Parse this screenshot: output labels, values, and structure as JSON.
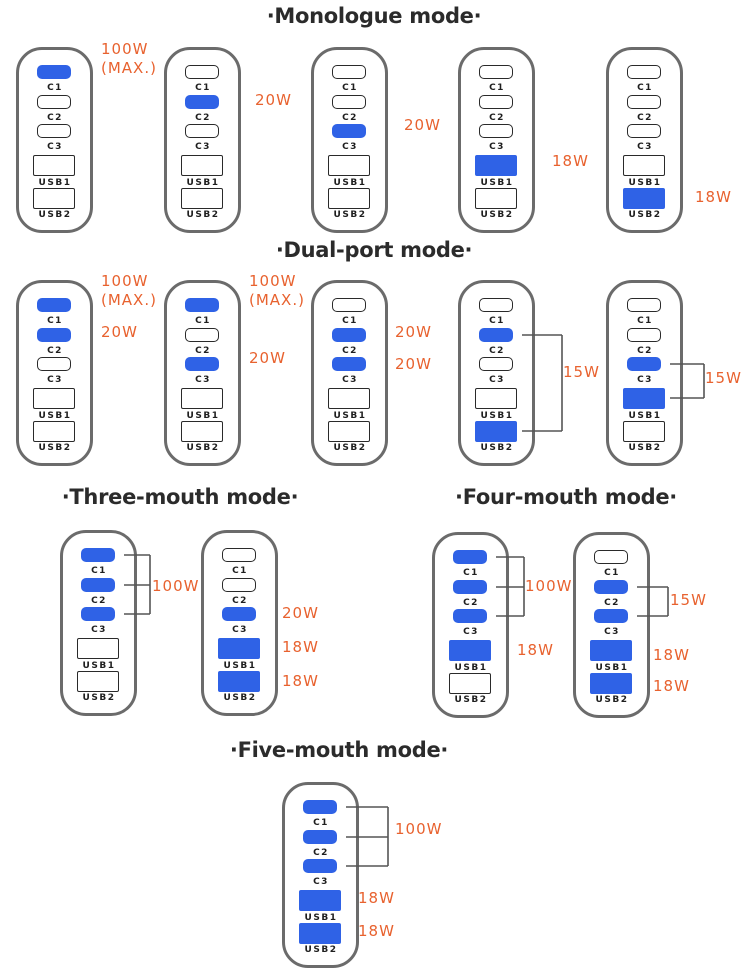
{
  "colors": {
    "active_port": "#2f62e6",
    "wattage_text": "#e8622f",
    "device_outline": "#6b6b6b",
    "title_text": "#2b2b2b"
  },
  "port_labels": [
    "C1",
    "C2",
    "C3",
    "USB1",
    "USB2"
  ],
  "sections": [
    {
      "id": "monologue",
      "title": "·Monologue mode·",
      "devices": [
        {
          "active": [
            "C1"
          ],
          "wattages": [
            {
              "text": "100W\n(MAX.)",
              "ports": [
                "C1"
              ],
              "bracket": false
            }
          ]
        },
        {
          "active": [
            "C2"
          ],
          "wattages": [
            {
              "text": "20W",
              "ports": [
                "C2"
              ],
              "bracket": false
            }
          ]
        },
        {
          "active": [
            "C3"
          ],
          "wattages": [
            {
              "text": "20W",
              "ports": [
                "C3"
              ],
              "bracket": false
            }
          ]
        },
        {
          "active": [
            "USB1"
          ],
          "wattages": [
            {
              "text": "18W",
              "ports": [
                "USB1"
              ],
              "bracket": false
            }
          ]
        },
        {
          "active": [
            "USB2"
          ],
          "wattages": [
            {
              "text": "18W",
              "ports": [
                "USB2"
              ],
              "bracket": false
            }
          ]
        }
      ]
    },
    {
      "id": "dual-port",
      "title": "·Dual-port mode·",
      "devices": [
        {
          "active": [
            "C1",
            "C2"
          ],
          "wattages": [
            {
              "text": "100W\n(MAX.)",
              "ports": [
                "C1"
              ],
              "bracket": false
            },
            {
              "text": "20W",
              "ports": [
                "C2"
              ],
              "bracket": false
            }
          ]
        },
        {
          "active": [
            "C1",
            "C3"
          ],
          "wattages": [
            {
              "text": "100W\n(MAX.)",
              "ports": [
                "C1"
              ],
              "bracket": false
            },
            {
              "text": "20W",
              "ports": [
                "C3"
              ],
              "bracket": false
            }
          ]
        },
        {
          "active": [
            "C2",
            "C3"
          ],
          "wattages": [
            {
              "text": "20W",
              "ports": [
                "C2"
              ],
              "bracket": false
            },
            {
              "text": "20W",
              "ports": [
                "C3"
              ],
              "bracket": false
            }
          ]
        },
        {
          "active": [
            "C2",
            "USB2"
          ],
          "wattages": [
            {
              "text": "15W",
              "ports": [
                "C2",
                "USB2"
              ],
              "bracket": true
            }
          ]
        },
        {
          "active": [
            "C3",
            "USB1"
          ],
          "wattages": [
            {
              "text": "15W",
              "ports": [
                "C3",
                "USB1"
              ],
              "bracket": true
            }
          ]
        }
      ]
    },
    {
      "id": "three-mouth",
      "title": "·Three-mouth mode·",
      "devices": [
        {
          "active": [
            "C1",
            "C2",
            "C3"
          ],
          "wattages": [
            {
              "text": "100W",
              "ports": [
                "C1",
                "C2",
                "C3"
              ],
              "bracket": true
            }
          ]
        },
        {
          "active": [
            "C3",
            "USB1",
            "USB2"
          ],
          "wattages": [
            {
              "text": "20W",
              "ports": [
                "C3"
              ],
              "bracket": false
            },
            {
              "text": "18W",
              "ports": [
                "USB1"
              ],
              "bracket": false
            },
            {
              "text": "18W",
              "ports": [
                "USB2"
              ],
              "bracket": false
            }
          ]
        }
      ]
    },
    {
      "id": "four-mouth",
      "title": "·Four-mouth mode·",
      "devices": [
        {
          "active": [
            "C1",
            "C2",
            "C3",
            "USB1"
          ],
          "wattages": [
            {
              "text": "100W",
              "ports": [
                "C1",
                "C2",
                "C3"
              ],
              "bracket": true
            },
            {
              "text": "18W",
              "ports": [
                "USB1"
              ],
              "bracket": false
            }
          ]
        },
        {
          "active": [
            "C2",
            "C3",
            "USB1",
            "USB2"
          ],
          "wattages": [
            {
              "text": "15W",
              "ports": [
                "C2",
                "C3"
              ],
              "bracket": true
            },
            {
              "text": "18W",
              "ports": [
                "USB1"
              ],
              "bracket": false
            },
            {
              "text": "18W",
              "ports": [
                "USB2"
              ],
              "bracket": false
            }
          ]
        }
      ]
    },
    {
      "id": "five-mouth",
      "title": "·Five-mouth mode·",
      "devices": [
        {
          "active": [
            "C1",
            "C2",
            "C3",
            "USB1",
            "USB2"
          ],
          "wattages": [
            {
              "text": "100W",
              "ports": [
                "C1",
                "C2",
                "C3"
              ],
              "bracket": true
            },
            {
              "text": "18W",
              "ports": [
                "USB1"
              ],
              "bracket": false
            },
            {
              "text": "18W",
              "ports": [
                "USB2"
              ],
              "bracket": false
            }
          ]
        }
      ]
    }
  ]
}
